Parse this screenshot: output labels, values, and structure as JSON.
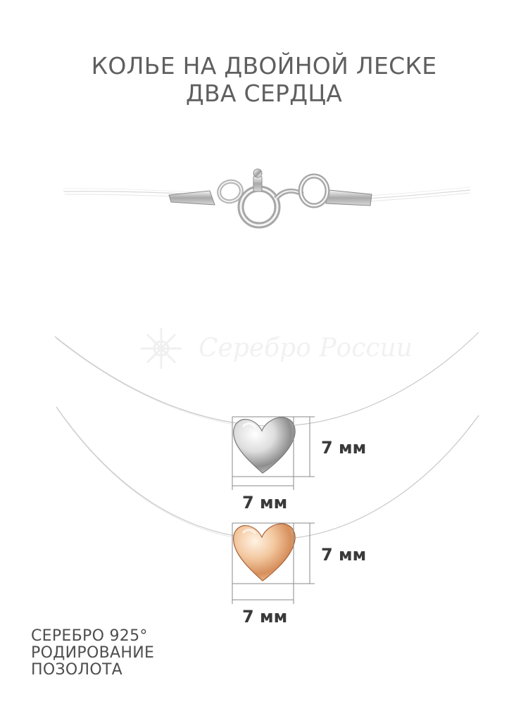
{
  "title": {
    "line1": "КОЛЬЕ НА ДВОЙНОЙ ЛЕСКЕ",
    "line2": "ДВА СЕРДЦА"
  },
  "watermark": {
    "text": "Серебро России"
  },
  "dimensions": {
    "silver_height": "7 мм",
    "silver_width": "7 мм",
    "gold_height": "7 мм",
    "gold_width": "7 мм"
  },
  "materials": {
    "line1": "СЕРЕБРО 925°",
    "line2": "РОДИРОВАНИЕ",
    "line3": "ПОЗОЛОТА"
  }
}
